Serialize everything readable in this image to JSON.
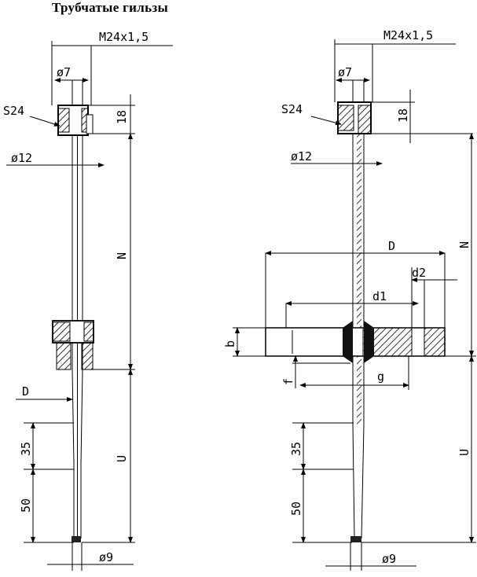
{
  "title": "Трубчатые гильзы",
  "left": {
    "thread": "M24x1,5",
    "d7": "ø7",
    "s24": "S24",
    "h18": "18",
    "d12": "ø12",
    "N": "N",
    "D": "D",
    "U": "U",
    "h35": "35",
    "h50": "50",
    "d9": "ø9"
  },
  "right": {
    "thread": "M24x1,5",
    "d7": "ø7",
    "s24": "S24",
    "h18": "18",
    "d12": "ø12",
    "N": "N",
    "D": "D",
    "d2": "d2",
    "d1": "d1",
    "b": "b",
    "f": "f",
    "g": "g",
    "U": "U",
    "h35": "35",
    "h50": "50",
    "d9": "ø9"
  }
}
